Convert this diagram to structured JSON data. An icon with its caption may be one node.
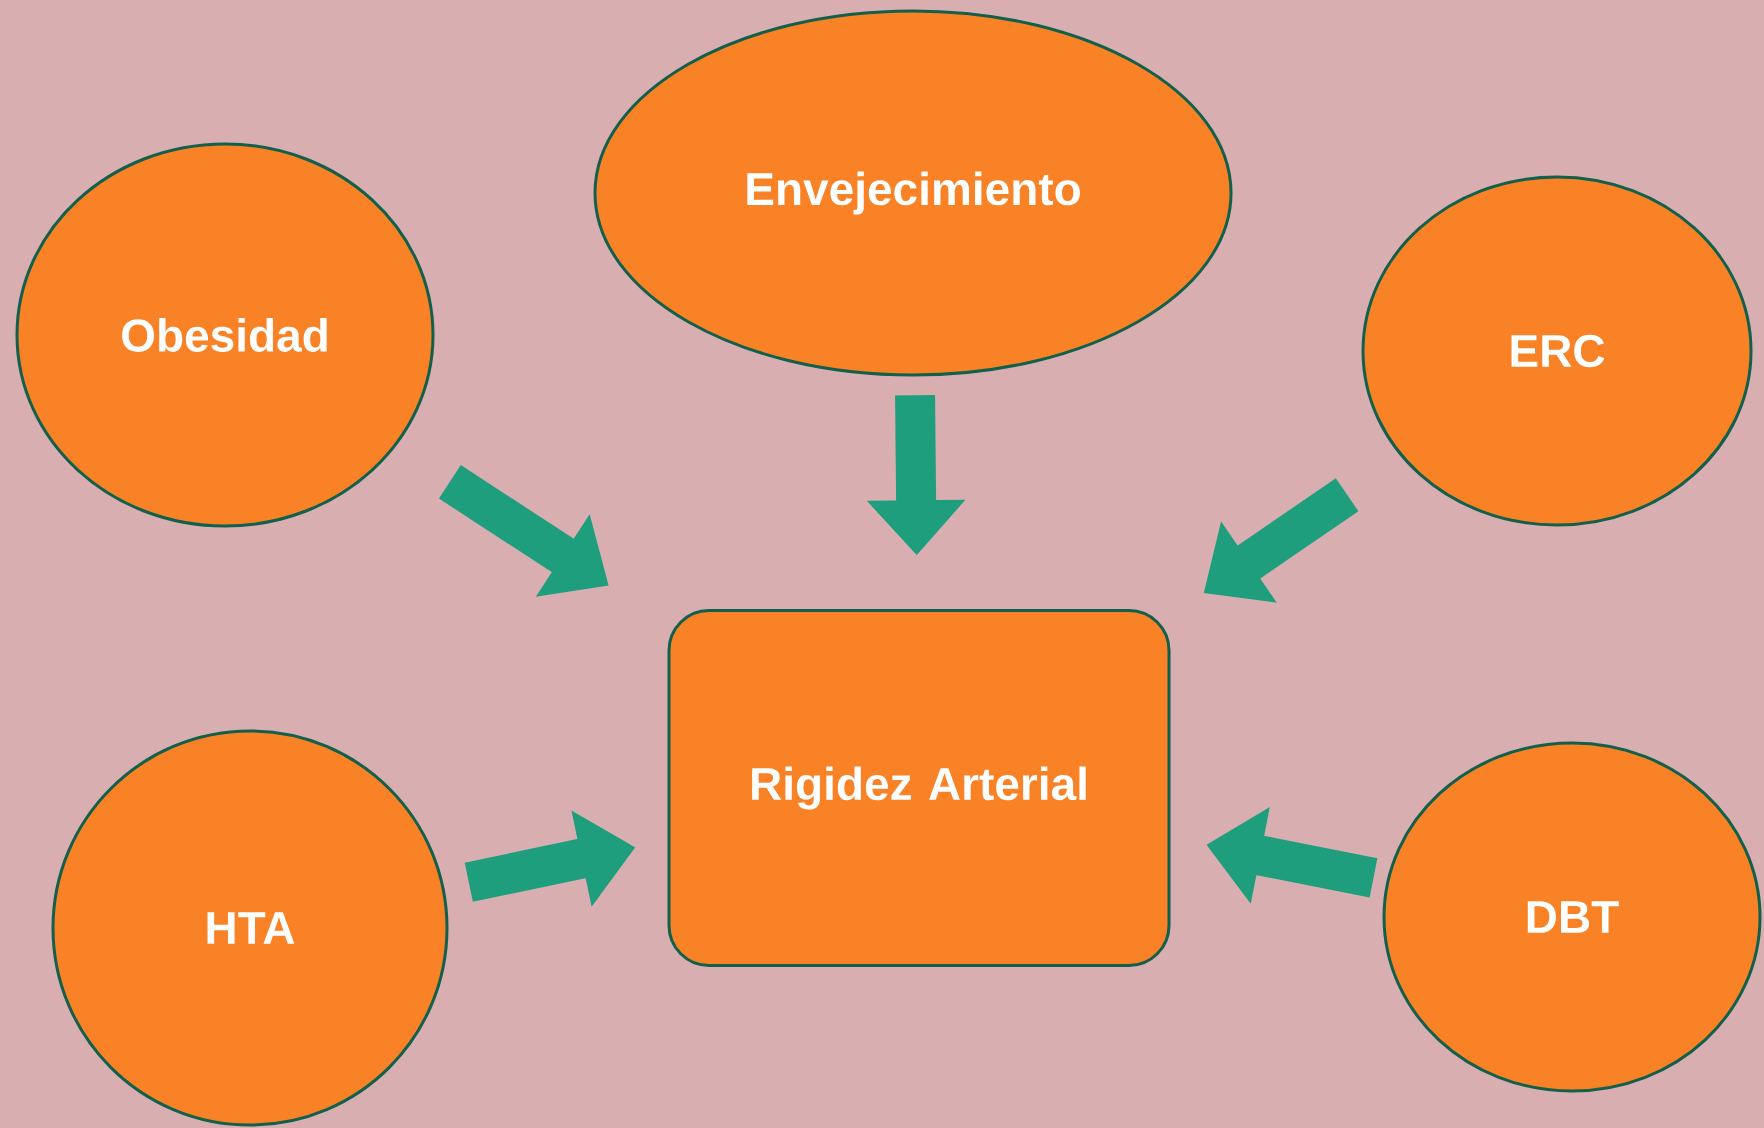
{
  "diagram": {
    "nodes": [
      {
        "text": [
          "Envejecimiento"
        ]
      },
      {
        "text": [
          "Obesidad"
        ]
      },
      {
        "text": [
          "ERC"
        ]
      },
      {
        "text": [
          "Rigidez Arterial"
        ]
      },
      {
        "text": [
          "HTA"
        ]
      },
      {
        "text": [
          "DBT"
        ]
      }
    ],
    "edges": [
      {
        "from": 0,
        "to": 3,
        "arrow": "to"
      },
      {
        "from": 1,
        "to": 3,
        "arrow": "to"
      },
      {
        "from": 2,
        "to": 3,
        "arrow": "to"
      },
      {
        "from": 4,
        "to": 3,
        "arrow": "to"
      },
      {
        "from": 5,
        "to": 3,
        "arrow": "to"
      }
    ]
  }
}
